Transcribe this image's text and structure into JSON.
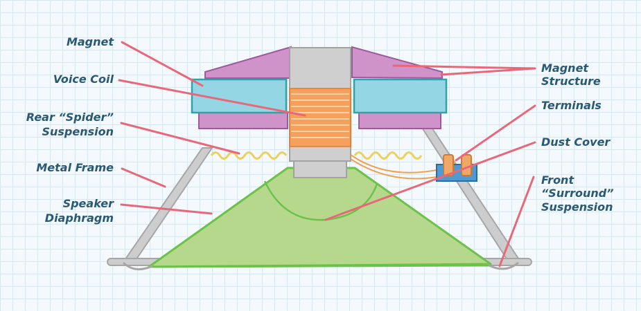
{
  "labels": {
    "magnet": "Magnet",
    "voice_coil": "Voice Coil",
    "rear_spider_1": "Rear “Spider”",
    "rear_spider_2": "Suspension",
    "metal_frame": "Metal Frame",
    "speaker_diaphragm_1": "Speaker",
    "speaker_diaphragm_2": "Diaphragm",
    "magnet_structure_1": "Magnet",
    "magnet_structure_2": "Structure",
    "terminals": "Terminals",
    "dust_cover": "Dust Cover",
    "front_surround_1": "Front",
    "front_surround_2": "“Surround”",
    "front_surround_3": "Suspension"
  },
  "colors": {
    "label_text": "#2a5a73",
    "leader_line": "#e8687a",
    "magnet": "#cf92c9",
    "voice_coil": "#95d6e4",
    "coil_winding": "#f5a05c",
    "pole_piece": "#cfcfcf",
    "frame": "#c8c8c8",
    "diaphragm": "#b6d88c",
    "spider": "#ecd15f",
    "terminal": "#f0a868",
    "terminal_block": "#4e9ad3"
  }
}
